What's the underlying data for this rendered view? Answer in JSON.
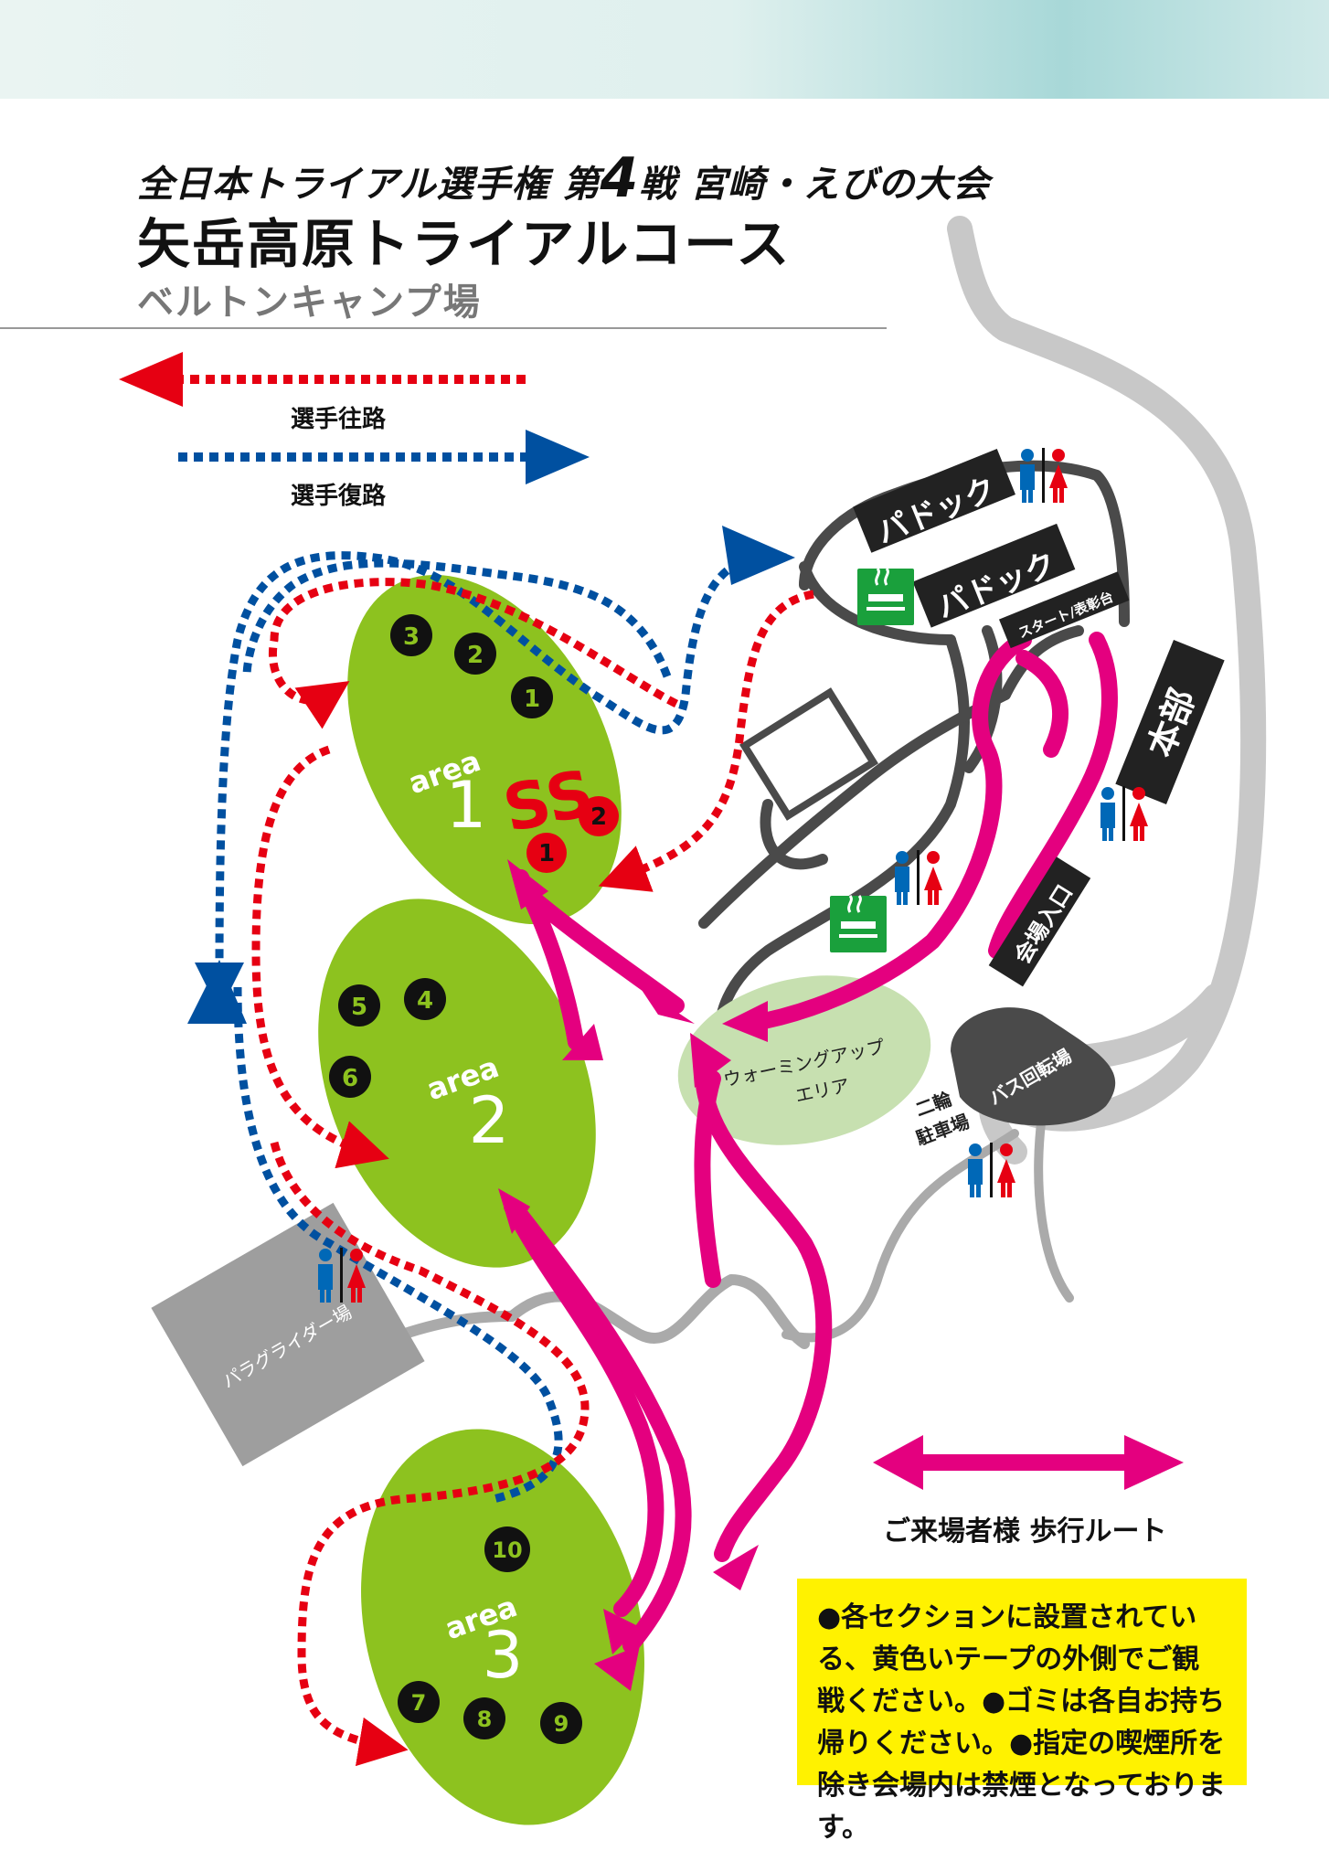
{
  "header": {
    "event_line_part1": "全日本トライアル選手権 第",
    "event_line_round": "4",
    "event_line_part2": "戦 宮崎・えびの大会",
    "course_name": "矢岳高原トライアルコース",
    "venue_name": "ベルトンキャンプ場"
  },
  "legend": {
    "outbound_label": "選手往路",
    "return_label": "選手復路",
    "walk_label": "ご来場者様 歩行ルート"
  },
  "areas": [
    {
      "name": "area",
      "number": "1",
      "sections": [
        "3",
        "2",
        "1"
      ],
      "special": "SS",
      "special_sections": [
        "1",
        "2"
      ]
    },
    {
      "name": "area",
      "number": "2",
      "sections": [
        "5",
        "4",
        "6"
      ]
    },
    {
      "name": "area",
      "number": "3",
      "sections": [
        "10",
        "7",
        "8",
        "9"
      ]
    }
  ],
  "places": {
    "paddock_upper": "パドック",
    "paddock_lower": "パドック",
    "start_podium": "スタート/表彰台",
    "headquarters": "本部",
    "venue_entrance": "会場入口",
    "bus_turnaround": "バス回転場",
    "warmup_area_line1": "ウォーミングアップ",
    "warmup_area_line2": "エリア",
    "bike_parking_line1": "二輪",
    "bike_parking_line2": "駐車場",
    "paraglider_field": "パラグライダー場"
  },
  "notice": {
    "text": "●各セクションに設置されている、黄色いテープの外側でご観戦ください。●ゴミは各自お持ち帰りください。●指定の喫煙所を除き会場内は禁煙となっております。"
  },
  "colors": {
    "area_green": "#8dc21f",
    "route_red": "#e60012",
    "route_blue": "#0050a0",
    "walk_magenta": "#e4007f",
    "road_gray": "#c8c8c8",
    "road_dark": "#4a4a4a",
    "warmup_green": "#c7e0b0",
    "notice_yellow": "#fff200",
    "smoking_green": "#1aa03c",
    "male_blue": "#0068b7",
    "female_red": "#e60012"
  },
  "icons": [
    "smoking-area-icon",
    "restroom-icon"
  ]
}
